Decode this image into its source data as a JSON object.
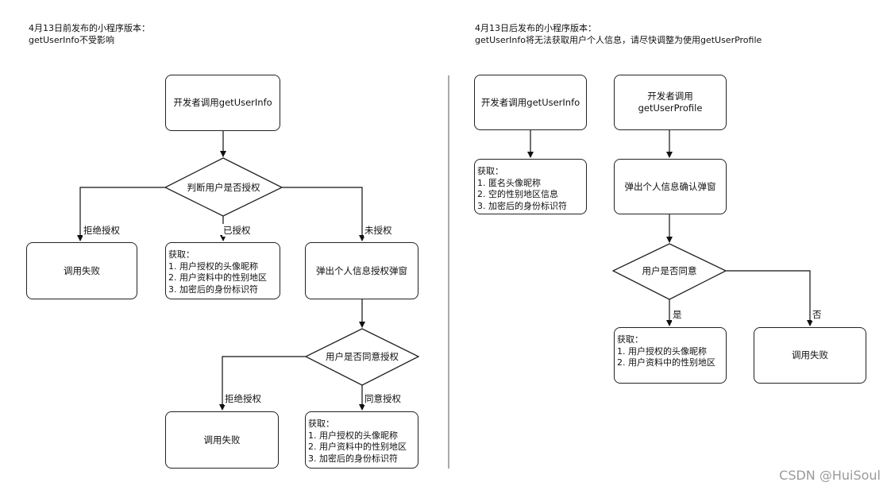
{
  "left": {
    "header_line1": "4月13日前发布的小程序版本：",
    "header_line2": "getUserInfo不受影响",
    "start": "开发者调用getUserInfo",
    "decision1": "判断用户是否授权",
    "reject_label": "拒绝授权",
    "authorized_label": "已授权",
    "unauthorized_label": "未授权",
    "fail1": "调用失败",
    "get1": [
      "获取：",
      "1. 用户授权的头像昵称",
      "2. 用户资料中的性别地区",
      "3. 加密后的身份标识符"
    ],
    "popup": "弹出个人信息授权弹窗",
    "decision2": "用户是否同意授权",
    "reject2_label": "拒绝授权",
    "agree_label": "同意授权",
    "fail2": "调用失败",
    "get2": [
      "获取：",
      "1. 用户授权的头像昵称",
      "2. 用户资料中的性别地区",
      "3. 加密后的身份标识符"
    ]
  },
  "right": {
    "header_line1": "4月13日后发布的小程序版本：",
    "header_line2": "getUserInfo将无法获取用户个人信息，请尽快调整为使用getUserProfile",
    "start_info": "开发者调用getUserInfo",
    "get_info": [
      "获取：",
      "1. 匿名头像昵称",
      "2. 空的性别地区信息",
      "3. 加密后的身份标识符"
    ],
    "start_profile_line1": "开发者调用",
    "start_profile_line2": "getUserProfile",
    "popup": "弹出个人信息确认弹窗",
    "decision": "用户是否同意",
    "yes_label": "是",
    "no_label": "否",
    "get_profile": [
      "获取：",
      "1. 用户授权的头像昵称",
      "2. 用户资料中的性别地区"
    ],
    "fail": "调用失败"
  },
  "watermark": "CSDN @HuiSoul"
}
